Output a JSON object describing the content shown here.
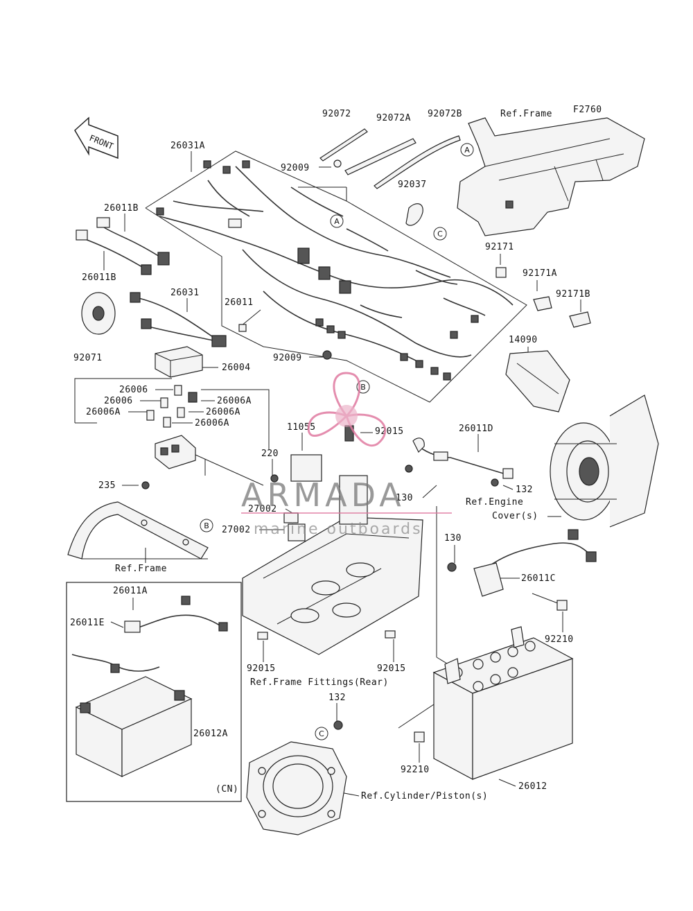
{
  "figure_code": "F2760",
  "front_marker": "FRONT",
  "callouts": [
    "A",
    "A",
    "B",
    "B",
    "C",
    "C"
  ],
  "watermark": {
    "brand": "ARMADA",
    "tagline": "marine outboards"
  },
  "labels": {
    "l92072": "92072",
    "l92072A": "92072A",
    "l92072B": "92072B",
    "lRefFrameTop": "Ref.Frame",
    "l26031A": "26031A",
    "l92009a": "92009",
    "l92037": "92037",
    "l26011B_top": "26011B",
    "l26011B_bot": "26011B",
    "l92171": "92171",
    "l92171A": "92171A",
    "l92171B": "92171B",
    "l26031": "26031",
    "l26011": "26011",
    "l92071": "92071",
    "l92009b": "92009",
    "l14090": "14090",
    "l26004": "26004",
    "l26006a": "26006",
    "l26006b": "26006",
    "l26006A_1": "26006A",
    "l26006A_2": "26006A",
    "l26006A_3": "26006A",
    "l26006A_4": "26006A",
    "l11055": "11055",
    "l92015top": "92015",
    "l26011D": "26011D",
    "l220": "220",
    "l235": "235",
    "l130a": "130",
    "l132a": "132",
    "lRefEngine1": "Ref.Engine",
    "lRefEngine2": "Cover(s)",
    "l27002a": "27002",
    "l27002b": "27002",
    "lRefFrameMid": "Ref.Frame",
    "l130b": "130",
    "l26011A": "26011A",
    "l26011C": "26011C",
    "l26011E": "26011E",
    "l92210a": "92210",
    "l92015a": "92015",
    "l92015b": "92015",
    "lRefFittings": "Ref.Frame Fittings(Rear)",
    "l132b": "132",
    "l26012A": "26012A",
    "lCN": "(CN)",
    "l92210b": "92210",
    "l26012": "26012",
    "lRefCyl": "Ref.Cylinder/Piston(s)"
  }
}
